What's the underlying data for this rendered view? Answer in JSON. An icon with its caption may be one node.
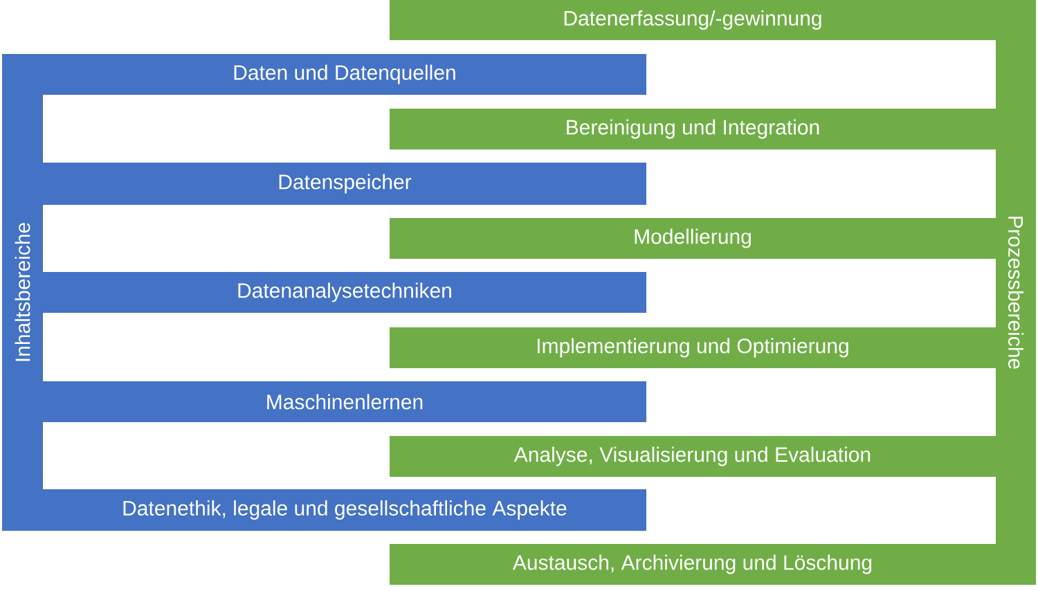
{
  "diagram": {
    "nodes": [
      {
        "text": [
          "Inhaltsbereiche"
        ]
      },
      {
        "text": [
          "Daten und Datenquellen"
        ]
      },
      {
        "text": [
          "Datenspeicher"
        ]
      },
      {
        "text": [
          "Datenanalysetechniken"
        ]
      },
      {
        "text": [
          "Maschinenlernen"
        ]
      },
      {
        "text": [
          "Datenethik, legale und gesellschaftliche Aspekte"
        ]
      },
      {
        "text": [
          "Prozessbereiche"
        ]
      },
      {
        "text": [
          "Datenerfassung/-gewinnung"
        ]
      },
      {
        "text": [
          "Bereinigung und Integration"
        ]
      },
      {
        "text": [
          "Modellierung"
        ]
      },
      {
        "text": [
          "Implementierung und Optimierung"
        ]
      },
      {
        "text": [
          "Analyse, Visualisierung und Evaluation"
        ]
      },
      {
        "text": [
          "Austausch, Archivierung und Löschung"
        ]
      }
    ],
    "edges": []
  }
}
